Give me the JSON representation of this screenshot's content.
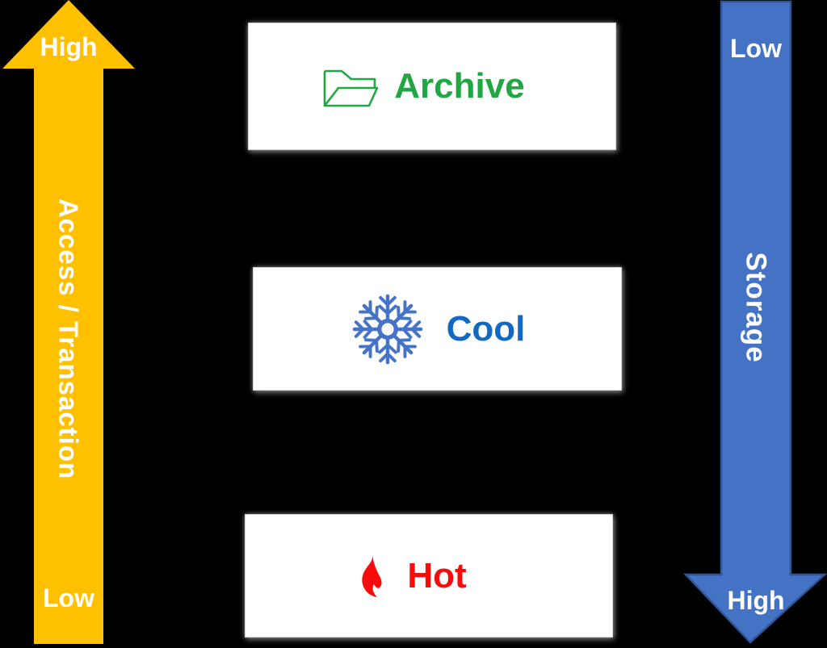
{
  "background": "#000000",
  "arrows": {
    "access": {
      "direction": "up",
      "fill_color": "#FFC000",
      "text_color": "#FFFFFF",
      "top_label": "High",
      "axis_label": "Access / Transaction",
      "bottom_label": "Low"
    },
    "storage": {
      "direction": "down",
      "fill_color": "#4472C4",
      "border_color": "#2F5597",
      "text_color": "#FFFFFF",
      "top_label": "Low",
      "axis_label": "Storage",
      "bottom_label": "High"
    }
  },
  "tiers": [
    {
      "label": "Archive",
      "color": "#21A742",
      "icon": "open-folder-icon"
    },
    {
      "label": "Cool",
      "color": "#1269C2",
      "icon": "snowflake-icon",
      "icon_color": "#4473C7"
    },
    {
      "label": "Hot",
      "color": "#F90B0B",
      "icon": "flame-icon"
    }
  ]
}
